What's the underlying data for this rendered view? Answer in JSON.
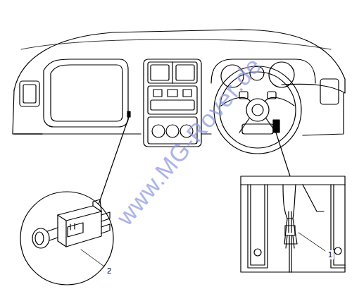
{
  "diagram": {
    "labels": [
      "2",
      "1",
      "www.MG-Rover.de"
    ]
  }
}
